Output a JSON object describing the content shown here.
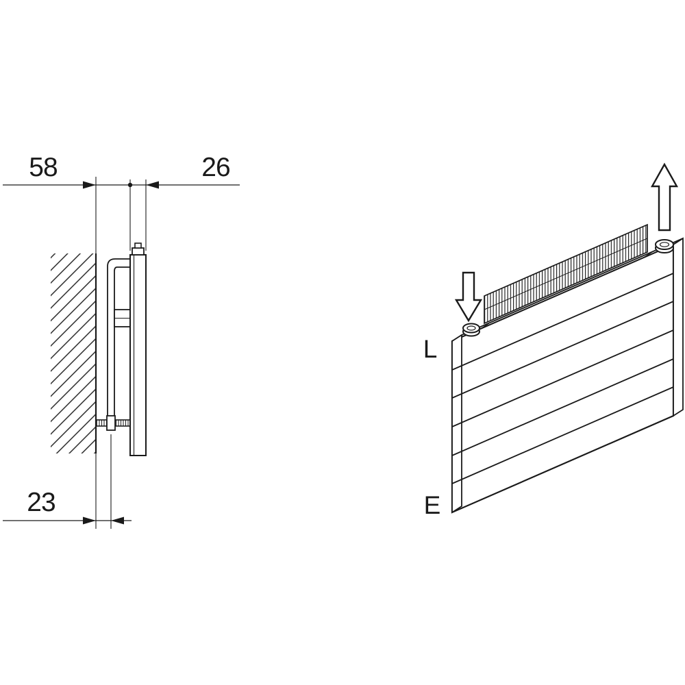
{
  "colors": {
    "background": "#ffffff",
    "line": "#1a1a1a"
  },
  "side_view": {
    "dim_wall_to_panel": "58",
    "dim_panel_depth": "26",
    "dim_bottom_offset": "23"
  },
  "iso_view": {
    "connection_label_top": "L",
    "connection_label_bottom": "E"
  }
}
